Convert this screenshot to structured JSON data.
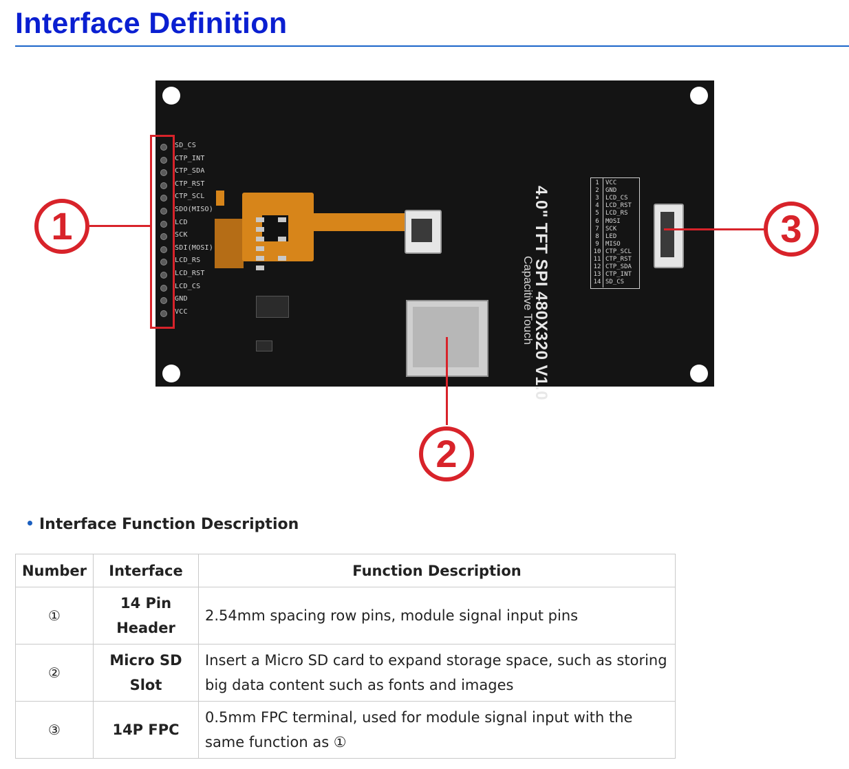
{
  "page": {
    "title": "Interface Definition"
  },
  "board": {
    "title": "4.0\" TFT SPI 480X320 V1.0",
    "subtitle": "Capacitive Touch",
    "header_pin_labels": [
      "SD_CS",
      "CTP_INT",
      "CTP_SDA",
      "CTP_RST",
      "CTP_SCL",
      "SDO(MISO)",
      "LCD",
      "SCK",
      "SDI(MOSI)",
      "LCD_RS",
      "LCD_RST",
      "LCD_CS",
      "GND",
      "VCC"
    ],
    "fpc_pin_table": [
      {
        "num": "1",
        "name": "VCC"
      },
      {
        "num": "2",
        "name": "GND"
      },
      {
        "num": "3",
        "name": "LCD_CS"
      },
      {
        "num": "4",
        "name": "LCD_RST"
      },
      {
        "num": "5",
        "name": "LCD_RS"
      },
      {
        "num": "6",
        "name": "MOSI"
      },
      {
        "num": "7",
        "name": "SCK"
      },
      {
        "num": "8",
        "name": "LED"
      },
      {
        "num": "9",
        "name": "MISO"
      },
      {
        "num": "10",
        "name": "CTP_SCL"
      },
      {
        "num": "11",
        "name": "CTP_RST"
      },
      {
        "num": "12",
        "name": "CTP_SDA"
      },
      {
        "num": "13",
        "name": "CTP_INT"
      },
      {
        "num": "14",
        "name": "SD_CS"
      }
    ],
    "callouts": [
      "1",
      "2",
      "3"
    ]
  },
  "section": {
    "heading": "Interface Function Description"
  },
  "table": {
    "headers": [
      "Number",
      "Interface",
      "Function Description"
    ],
    "rows": [
      {
        "number": "①",
        "interface": "14 Pin Header",
        "description": "2.54mm spacing row pins, module signal input pins"
      },
      {
        "number": "②",
        "interface": "Micro SD Slot",
        "description": "Insert a Micro SD card to expand storage space, such as storing big data content such as fonts and images"
      },
      {
        "number": "③",
        "interface": "14P FPC",
        "description": "0.5mm FPC terminal, used for module signal input with the same function as ①"
      }
    ]
  },
  "colors": {
    "title": "#0a1fd1",
    "rule": "#1b65c9",
    "callout_red": "#d8232a",
    "board": "#141414",
    "flex_cable": "#d7851a"
  }
}
